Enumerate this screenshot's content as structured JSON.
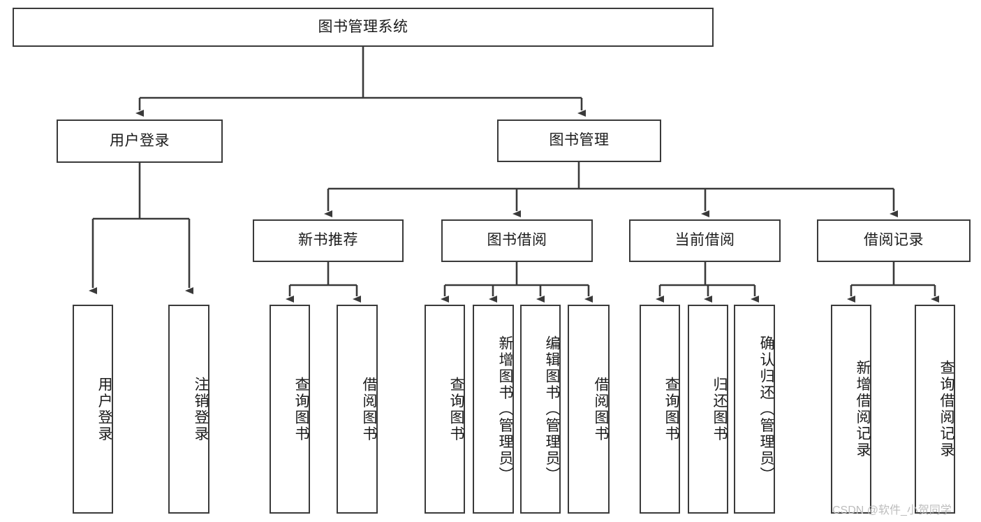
{
  "diagram": {
    "type": "tree-hierarchy",
    "title": "图书管理系统",
    "orientation": "top-down",
    "colors": {
      "stroke": "#3a3a3a",
      "fill": "#ffffff",
      "text": "#1b1b1b",
      "watermark": "#bdbdbd"
    }
  },
  "root": {
    "label": "图书管理系统"
  },
  "level2": [
    {
      "id": "user-login",
      "label": "用户登录"
    },
    {
      "id": "book-management",
      "label": "图书管理"
    }
  ],
  "level3": [
    {
      "id": "new-book-recommend",
      "label": "新书推荐"
    },
    {
      "id": "book-borrow",
      "label": "图书借阅"
    },
    {
      "id": "current-borrow",
      "label": "当前借阅"
    },
    {
      "id": "borrow-record",
      "label": "借阅记录"
    }
  ],
  "leaves": {
    "user_login": [
      {
        "id": "leaf-user-login",
        "label": "用户登录"
      },
      {
        "id": "leaf-logout-login",
        "label": "注销登录"
      }
    ],
    "new_book_recommend": [
      {
        "id": "leaf-query-book-1",
        "label": "查询图书"
      },
      {
        "id": "leaf-borrow-book-1",
        "label": "借阅图书"
      }
    ],
    "book_borrow": [
      {
        "id": "leaf-query-book-2",
        "label": "查询图书"
      },
      {
        "id": "leaf-add-book",
        "label": "新增图书（管理员）"
      },
      {
        "id": "leaf-edit-book",
        "label": "编辑图书（管理员）"
      },
      {
        "id": "leaf-borrow-book-2",
        "label": "借阅图书"
      }
    ],
    "current_borrow": [
      {
        "id": "leaf-query-book-3",
        "label": "查询图书"
      },
      {
        "id": "leaf-return-book",
        "label": "归还图书"
      },
      {
        "id": "leaf-confirm-return",
        "label": "确认归还（管理员）"
      }
    ],
    "borrow_record": [
      {
        "id": "leaf-add-record",
        "label": "新增借阅记录"
      },
      {
        "id": "leaf-query-record",
        "label": "查询借阅记录"
      }
    ]
  },
  "watermark": {
    "text": "CSDN @软件_小贺同学"
  }
}
